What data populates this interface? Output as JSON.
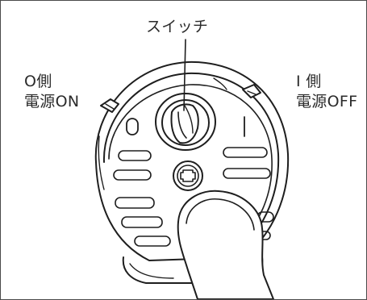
{
  "diagram": {
    "labels": {
      "switch": "スイッチ",
      "o_side": {
        "line1": "O側",
        "line2": "電源ON"
      },
      "i_side": {
        "line1": "I 側",
        "line2": "電源OFF"
      }
    },
    "icons": {
      "body": "round-device-body-icon",
      "knob": "rocker-switch-knob-icon",
      "screw": "phillips-screw-icon",
      "hand": "pressing-finger-icon"
    },
    "colors": {
      "line": "#1e1e1e",
      "frame": "#4a4a4a",
      "background": "#ffffff",
      "text": "#2b2b2b"
    }
  }
}
